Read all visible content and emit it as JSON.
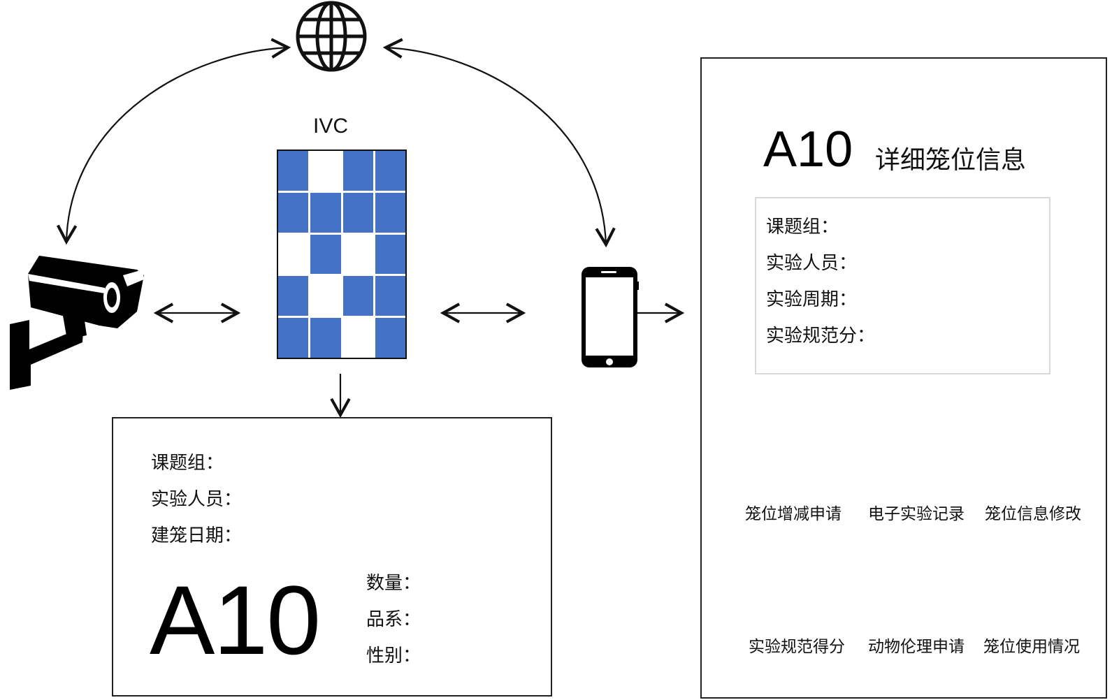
{
  "ivc": {
    "label": "IVC",
    "grid_rows": [
      [
        1,
        0,
        1,
        1
      ],
      [
        1,
        1,
        1,
        1
      ],
      [
        0,
        1,
        0,
        1
      ],
      [
        1,
        0,
        1,
        1
      ],
      [
        1,
        1,
        0,
        1
      ]
    ],
    "cell_color": "#4472C4"
  },
  "label_card": {
    "fields_top": [
      "课题组：",
      "实验人员：",
      "建笼日期："
    ],
    "cage_id": "A10",
    "fields_right": [
      "数量：",
      "品系：",
      "性别："
    ]
  },
  "detail_panel": {
    "cage_id": "A10",
    "title": "详细笼位信息",
    "info_fields": [
      "课题组：",
      "实验人员：",
      "实验周期：",
      "实验规范分："
    ],
    "actions": [
      {
        "label": "笼位增减申请",
        "icon": "chat-message-icon"
      },
      {
        "label": "电子实验记录",
        "icon": "edit-pencil-icon"
      },
      {
        "label": "笼位信息修改",
        "icon": "document-edit-icon"
      },
      {
        "label": "实验规范得分",
        "icon": "grade-a-plus-icon"
      },
      {
        "label": "动物伦理申请",
        "icon": "mouse-face-icon"
      },
      {
        "label": "笼位使用情况",
        "icon": "pie-chart-icon"
      }
    ]
  },
  "colors": {
    "stroke": "#111111",
    "icon_dark": "#333333",
    "info_border": "#d9d9d9"
  }
}
